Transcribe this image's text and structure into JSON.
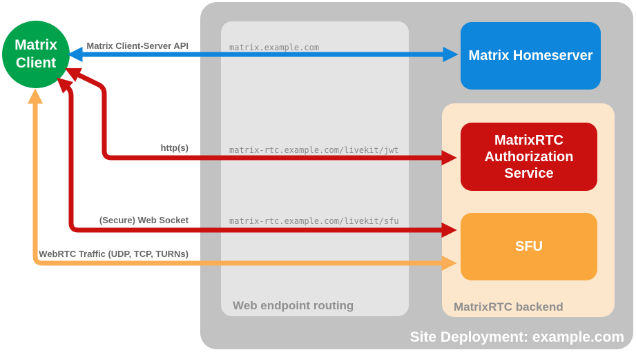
{
  "client_node": {
    "label": "Matrix\nClient",
    "color": "#00a24c"
  },
  "homeserver_node": {
    "label": "Matrix Homeserver",
    "color": "#0d86db"
  },
  "auth_node": {
    "label": "MatrixRTC\nAuthorization\nService",
    "color": "#cb1010"
  },
  "sfu_node": {
    "label": "SFU",
    "color": "#faa83e"
  },
  "containers": {
    "site_deployment": {
      "caption": "Site Deployment: example.com",
      "bg": "#c2c2c2"
    },
    "web_endpoint_routing": {
      "caption": "Web endpoint routing",
      "bg": "#e4e4e4"
    },
    "matrixrtc_backend": {
      "caption": "MatrixRTC backend",
      "bg": "#fce7cd"
    }
  },
  "routes": [
    {
      "url": "matrix.example.com"
    },
    {
      "url": "matrix-rtc.example.com/livekit/jwt"
    },
    {
      "url": "matrix-rtc.example.com/livekit/sfu"
    }
  ],
  "arrows": [
    {
      "label": "Matrix Client-Server API",
      "color": "#0d86db",
      "bidirectional": true,
      "from": "Matrix Client",
      "to": "Matrix Homeserver"
    },
    {
      "label": "http(s)",
      "color": "#cb1010",
      "bidirectional": true,
      "from": "Matrix Client",
      "to": "MatrixRTC Authorization Service"
    },
    {
      "label": "(Secure) Web Socket",
      "color": "#cb1010",
      "bidirectional": true,
      "from": "Matrix Client",
      "to": "SFU"
    },
    {
      "label": "WebRTC Traffic (UDP, TCP, TURNs)",
      "color": "#fbae55",
      "bidirectional": true,
      "from": "Matrix Client",
      "to": "SFU"
    }
  ]
}
